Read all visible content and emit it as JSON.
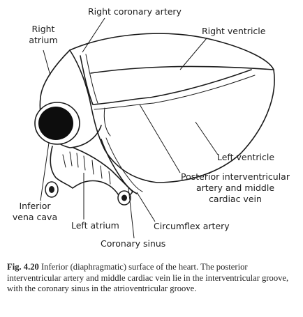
{
  "labels": {
    "right_coronary_artery": "Right coronary artery",
    "right_atrium_line1": "Right",
    "right_atrium_line2": "atrium",
    "right_ventricle": "Right ventricle",
    "left_ventricle": "Left ventricle",
    "posterior_line1": "Posterior interventricular",
    "posterior_line2": "artery and middle",
    "posterior_line3": "cardiac vein",
    "inferior_line1": "Inferior",
    "inferior_line2": "vena cava",
    "left_atrium": "Left atrium",
    "circumflex_artery": "Circumflex artery",
    "coronary_sinus": "Coronary sinus"
  },
  "caption": {
    "fig_number": "Fig. 4.20",
    "text": "Inferior (diaphragmatic) surface of the heart. The posterior interventricular artery and middle cardiac vein lie in the interventricular groove, with the coronary sinus in the atrioventricular groove."
  }
}
